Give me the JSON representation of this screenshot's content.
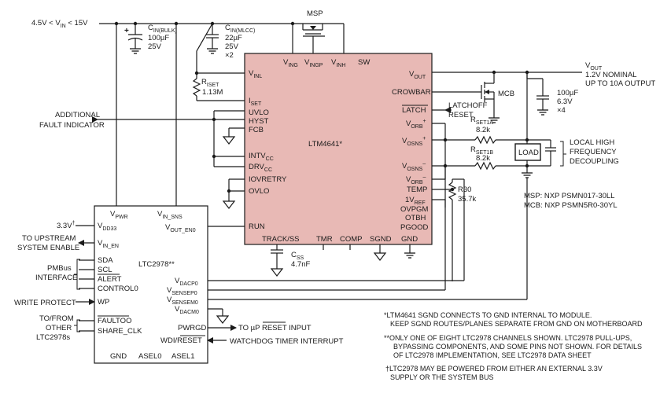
{
  "colors": {
    "module_fill": "#e8b9b5",
    "wire": "#1a1a1a",
    "background": "#ffffff"
  },
  "supply": {
    "range": "4.5V < V",
    "range_sub": "IN",
    "range_tail": " < 15V"
  },
  "caps": {
    "cin_bulk": {
      "name": "C",
      "name_sub": "IN(BULK)",
      "value": "100µF",
      "voltage": "25V"
    },
    "cin_mlcc": {
      "name": "C",
      "name_sub": "IN(MLCC)",
      "value": "22µF",
      "voltage": "25V",
      "qty": "×2"
    },
    "cout": {
      "value": "100µF",
      "voltage": "6.3V",
      "qty": "×4"
    },
    "css": {
      "name": "C",
      "name_sub": "SS",
      "value": "4.7nF"
    }
  },
  "resistors": {
    "rset": {
      "name": "R",
      "name_sub": "ISET",
      "value": "1.13M"
    },
    "rset1a": {
      "name": "R",
      "name_sub": "SET1A",
      "value": "8.2k"
    },
    "rset1b": {
      "name": "R",
      "name_sub": "SET1B",
      "value": "8.2k"
    },
    "r30": {
      "name": "R30",
      "value": "35.7k"
    }
  },
  "mosfets": {
    "msp_label": "MSP",
    "mcb_label": "MCB"
  },
  "ltm4641": {
    "name": "LTM4641*",
    "top_pins": {
      "ving": "V",
      "ving_sub": "ING",
      "vingp": "V",
      "vingp_sub": "INGP",
      "vinh": "V",
      "vinh_sub": "INH",
      "sw": "SW"
    },
    "left_pins": {
      "vinl": "V",
      "vinl_sub": "INL",
      "iset": "I",
      "iset_sub": "SET",
      "uvlo": "UVLO",
      "hyst": "HYST",
      "fcb": "FCB",
      "intvcc": "INTV",
      "intvcc_sub": "CC",
      "drvcc": "DRV",
      "drvcc_sub": "CC",
      "iovretry": "IOVRETRY",
      "ovlo": "OVLO",
      "run": "RUN"
    },
    "right_pins": {
      "vout": "V",
      "vout_sub": "OUT",
      "crowbar": "CROWBAR",
      "latch": "LATCH",
      "vorb_p": "V",
      "vorb_p_sub": "ORB",
      "vorb_p_sup": "+",
      "vosns_p": "V",
      "vosns_p_sub": "OSNS",
      "vosns_p_sup": "+",
      "vosns_n": "V",
      "vosns_n_sub": "OSNS",
      "vosns_n_sup": "–",
      "vorb_n": "V",
      "vorb_n_sub": "ORB",
      "vorb_n_sup": "–",
      "temp": "TEMP",
      "vref": "1V",
      "vref_sub": "REF",
      "ovpgm": "OVPGM",
      "otbh": "OTBH",
      "pgood": "PGOOD"
    },
    "bottom_pins": {
      "track": "TRACK/SS",
      "tmr": "TMR",
      "comp": "COMP",
      "sgnd": "SGND",
      "gnd": "GND"
    }
  },
  "ltc2978": {
    "name": "LTC2978**",
    "pins": {
      "vpwr": "V",
      "vpwr_sub": "PWR",
      "vinsns": "V",
      "vinsns_sub": "IN_SNS",
      "vdd33": "V",
      "vdd33_sub": "DD33",
      "vouten": "V",
      "vouten_sub": "OUT_EN0",
      "vinen": "V",
      "vinen_sub": "IN_EN",
      "sda": "SDA",
      "scl": "SCL",
      "alert": "ALERT",
      "control0": "CONTROL0",
      "wp": "WP",
      "faultoo": "FAULTOO",
      "share_clk": "SHARE_CLK",
      "vdacp": "V",
      "vdacp_sub": "DACP0",
      "vsensep": "V",
      "vsensep_sub": "SENSEP0",
      "vsensem": "V",
      "vsensem_sub": "SENSEM0",
      "vdacm": "V",
      "vdacm_sub": "DACM0",
      "pwrgd": "PWRGD",
      "wdi": "WDI/",
      "wdi_bar": "RESET",
      "gnd": "GND",
      "asel0": "ASEL0",
      "asel1": "ASEL1"
    }
  },
  "labels": {
    "vout": "V",
    "vout_sub": "OUT",
    "vout_nom": "1.2V NOMINAL",
    "vout_range": "UP TO 10A OUTPUT",
    "latchoff": "LATCHOFF",
    "reset": "RESET",
    "load": "LOAD",
    "decoupling": [
      "LOCAL HIGH",
      "FREQUENCY",
      "DECOUPLING"
    ],
    "additional_fault": [
      "ADDITIONAL",
      "FAULT INDICATOR"
    ],
    "v33": "3.3V",
    "v33_sup": "†",
    "upstream": [
      "TO UPSTREAM",
      "SYSTEM ENABLE"
    ],
    "pmbus": [
      "PMBus",
      "INTERFACE"
    ],
    "write_protect": "WRITE PROTECT",
    "to_from": [
      "TO/FROM",
      "OTHER",
      "LTC2978s"
    ],
    "to_up_reset": "TO µP ",
    "to_up_reset_bar": "RESET",
    "to_up_reset_tail": " INPUT",
    "watchdog": "WATCHDOG TIMER INTERRUPT",
    "msp_part": "MSP: NXP PSMN017-30LL",
    "mcb_part": "MCB: NXP PSMN5R0-30YL"
  },
  "notes": {
    "note1": [
      "*LTM4641 SGND CONNECTS TO GND INTERNAL TO MODULE.",
      "KEEP SGND ROUTES/PLANES SEPARATE FROM GND ON MOTHERBOARD"
    ],
    "note2": [
      "**ONLY ONE OF EIGHT LTC2978 CHANNELS SHOWN. LTC2978 PULL-UPS,",
      "BYPASSING COMPONENTS, AND SOME PINS NOT SHOWN. FOR DETAILS",
      "OF LTC2978 IMPLEMENTATION, SEE LTC2978 DATA SHEET"
    ],
    "note3": [
      "†LTC2978 MAY BE POWERED FROM EITHER AN EXTERNAL 3.3V",
      "SUPPLY OR THE SYSTEM BUS"
    ]
  }
}
